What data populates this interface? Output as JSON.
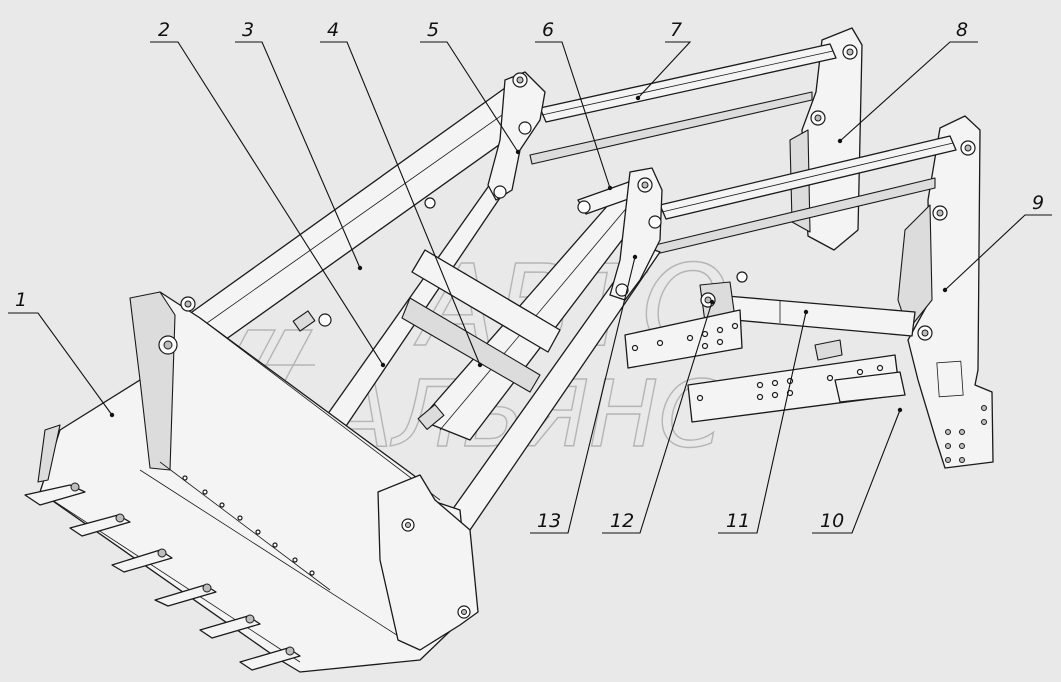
{
  "callouts": [
    {
      "label": "1"
    },
    {
      "label": "2"
    },
    {
      "label": "3"
    },
    {
      "label": "4"
    },
    {
      "label": "5"
    },
    {
      "label": "6"
    },
    {
      "label": "7"
    },
    {
      "label": "8"
    },
    {
      "label": "9"
    },
    {
      "label": "10"
    },
    {
      "label": "11"
    },
    {
      "label": "12"
    },
    {
      "label": "13"
    }
  ],
  "watermark": {
    "line1": "АВТО",
    "line2": "АЛЬЯНС",
    "logo": "double-arrow-logo"
  },
  "colors": {
    "background": "#e9e9e9",
    "line": "#1a1a1a",
    "watermark": "#b5b5b5"
  }
}
